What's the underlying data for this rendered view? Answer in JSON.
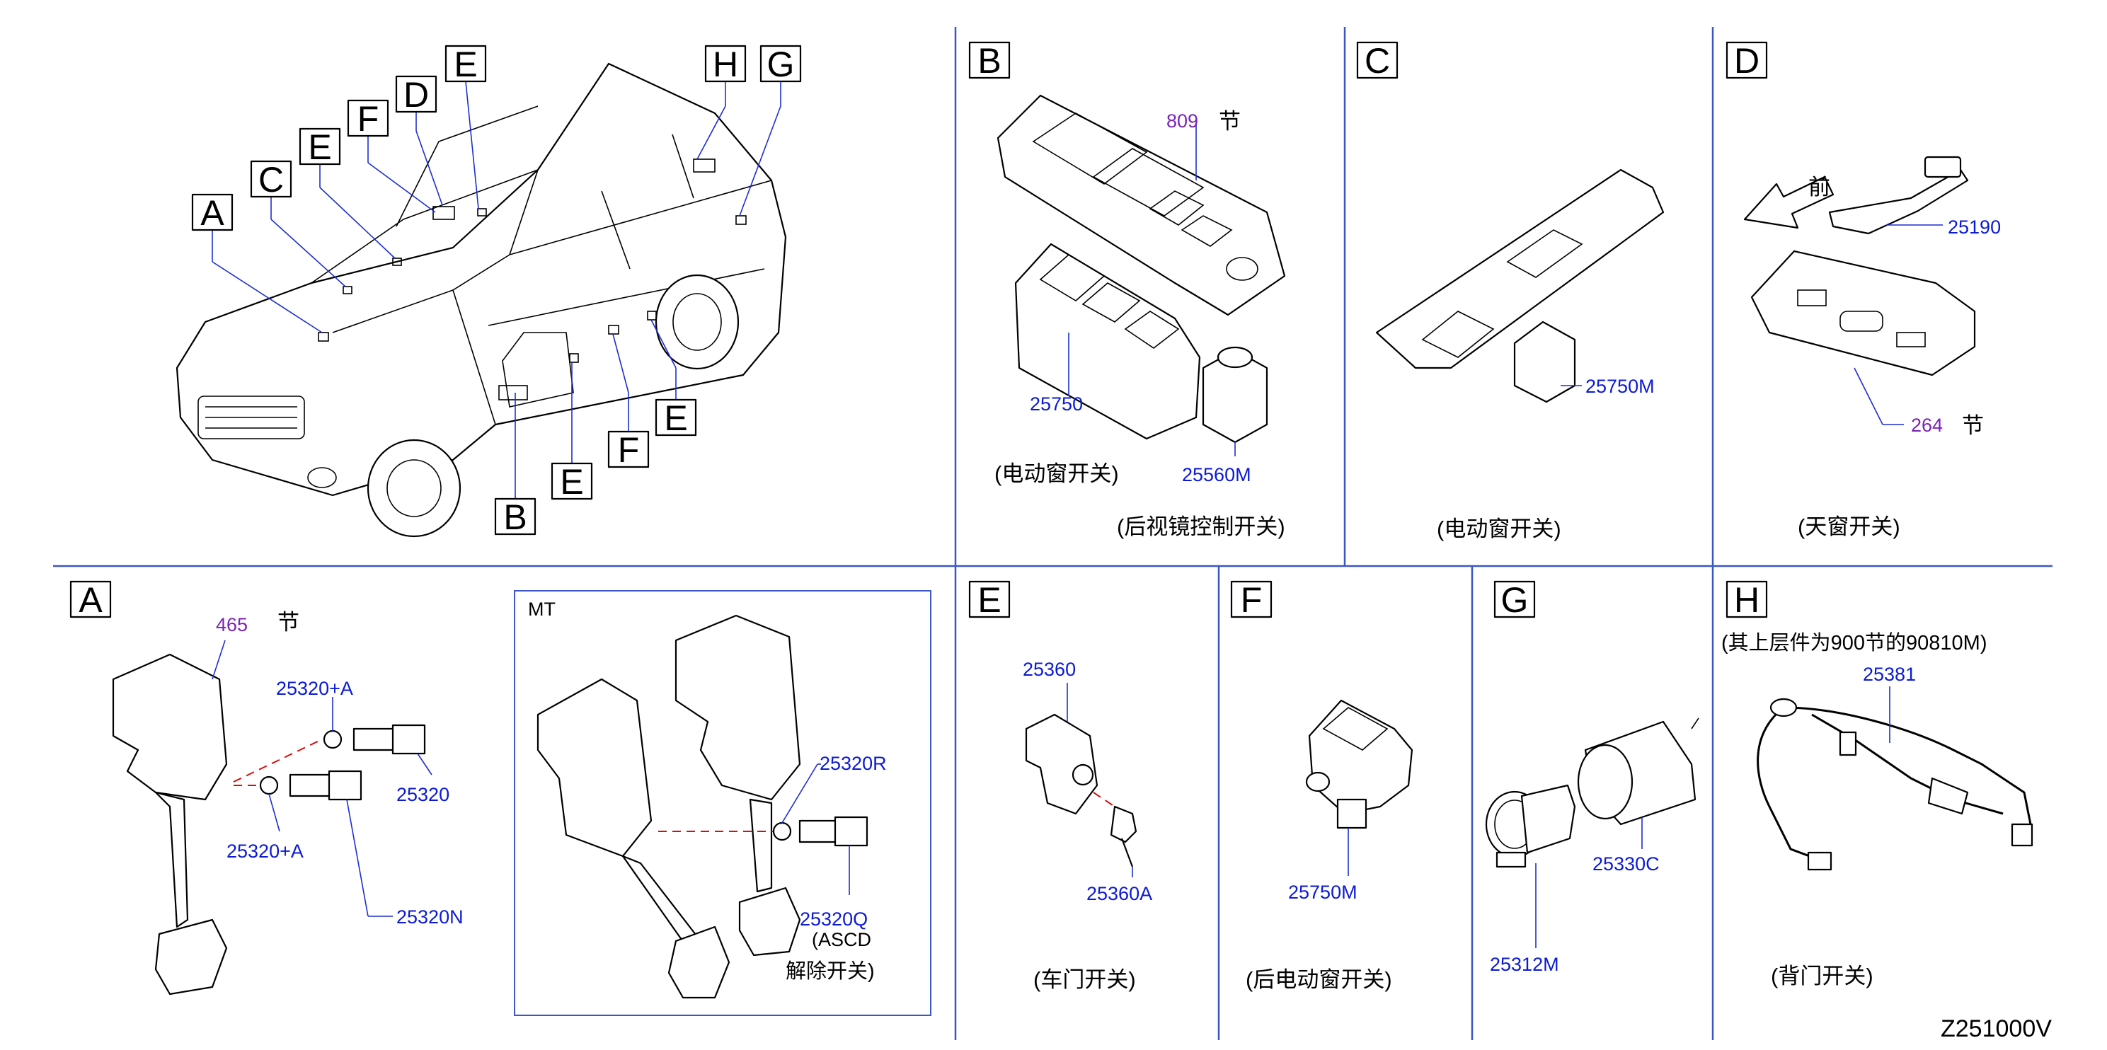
{
  "sections": {
    "A": {
      "label": "A",
      "part_value": "465",
      "unit": "节",
      "mt_label": "MT",
      "parts": {
        "p1": "25320+A",
        "p2": "25320",
        "p3": "25320+A",
        "p4": "25320N",
        "p5": "25320R",
        "p6": "25320Q"
      },
      "note_line1": "(ASCD",
      "note_line2": "解除开关)"
    },
    "B": {
      "label": "B",
      "part_value": "809",
      "unit": "节",
      "parts": {
        "p1": "25750",
        "p2": "25560M"
      },
      "caption1": "(电动窗开关)",
      "caption2": "(后视镜控制开关)"
    },
    "C": {
      "label": "C",
      "parts": {
        "p1": "25750M"
      },
      "caption": "(电动窗开关)"
    },
    "D": {
      "label": "D",
      "front_label": "前",
      "part_value": "264",
      "unit": "节",
      "parts": {
        "p1": "25190"
      },
      "caption": "(天窗开关)"
    },
    "E": {
      "label": "E",
      "parts": {
        "p1": "25360",
        "p2": "25360A"
      },
      "caption": "(车门开关)"
    },
    "F": {
      "label": "F",
      "parts": {
        "p1": "25750M"
      },
      "caption": "(后电动窗开关)"
    },
    "G": {
      "label": "G",
      "parts": {
        "p1": "25330C",
        "p2": "25312M"
      }
    },
    "H": {
      "label": "H",
      "note": "(其上层件为900节的90810M)",
      "parts": {
        "p1": "25381"
      },
      "caption": "(背门开关)"
    }
  },
  "car_callouts": {
    "a": "A",
    "c": "C",
    "e1": "E",
    "f1": "F",
    "d": "D",
    "e2": "E",
    "h": "H",
    "g": "G",
    "b": "B",
    "e3": "E",
    "f2": "F",
    "e4": "E"
  },
  "diagram_code": "Z251000V",
  "colors": {
    "part_number": "#0b1ad6",
    "part_value": "#7a23b6",
    "leader": "#1d2fd0",
    "separator": "#3a57c4",
    "dashed_link": "#d21010"
  }
}
